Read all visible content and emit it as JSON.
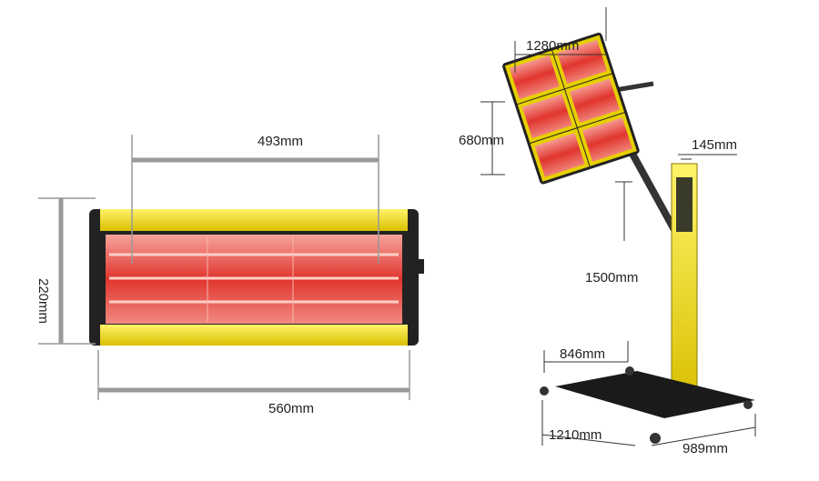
{
  "single_lamp": {
    "tube_width": "493mm",
    "total_width": "560mm",
    "height": "220mm"
  },
  "stand_unit": {
    "head_width": "1280mm",
    "head_height": "680mm",
    "pole_width": "145mm",
    "pole_height": "1500mm",
    "base_inner": "846mm",
    "base_length": "1210mm",
    "base_width": "989mm"
  },
  "colors": {
    "frame": "#f2e21b",
    "glow": "#e8403a",
    "dim_line": "#999999"
  }
}
